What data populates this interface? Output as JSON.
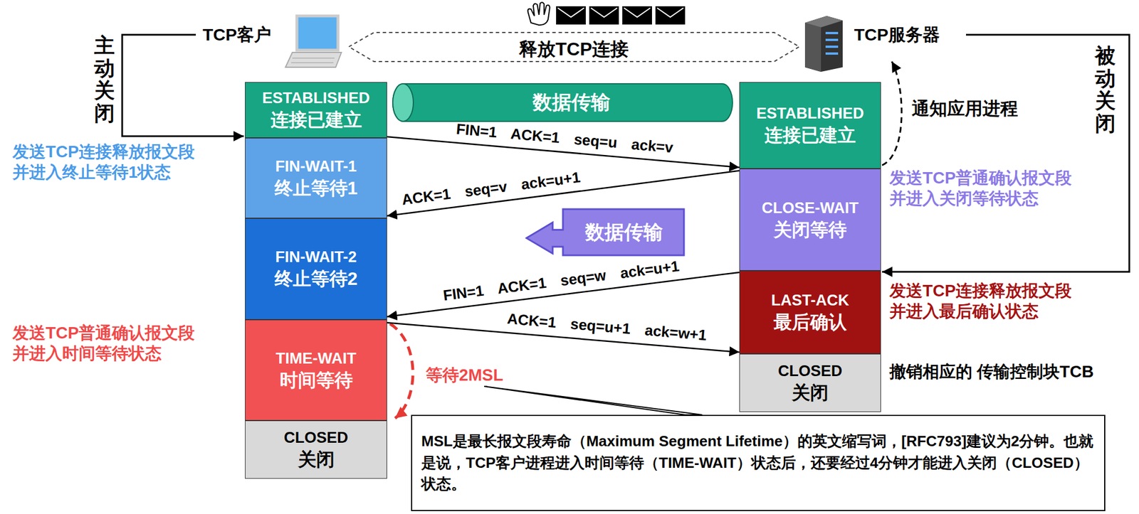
{
  "diagram": {
    "nodes": [
      {
        "text": [
          "ESTABLISHED",
          "连接已建立"
        ]
      },
      {
        "text": [
          "FIN-WAIT-1",
          "终止等待1"
        ]
      },
      {
        "text": [
          "FIN-WAIT-2",
          "终止等待2"
        ]
      },
      {
        "text": [
          "TIME-WAIT",
          "时间等待"
        ]
      },
      {
        "text": [
          "CLOSED",
          "关闭"
        ]
      },
      {
        "text": [
          "ESTABLISHED",
          "连接已建立"
        ]
      },
      {
        "text": [
          "CLOSE-WAIT",
          "关闭等待"
        ]
      },
      {
        "text": [
          "LAST-ACK",
          "最后确认"
        ]
      },
      {
        "text": [
          "CLOSED",
          "关闭"
        ]
      },
      {
        "text": [
          "数据传输"
        ]
      },
      {
        "text": [
          "数据传输"
        ]
      },
      {
        "text": [
          "MSL是最长报文段寿命（Maximum Segment Lifetime）的英文缩写词，[RFC793]建议为2分钟。也就是说，TCP客户进程进入时间等待（TIME-WAIT）状态后，还要经过4分钟才能进入关闭（CLOSED）状态。"
        ]
      }
    ],
    "edges": [
      {
        "from": 0,
        "to": 5,
        "arrow": "to",
        "label": "FIN=1 ACK=1 seq=u ack=v"
      },
      {
        "from": 6,
        "to": 1,
        "arrow": "to",
        "label": "ACK=1 seq=v ack=u+1"
      },
      {
        "from": 7,
        "to": 2,
        "arrow": "to",
        "label": "FIN=1 ACK=1 seq=w ack=u+1"
      },
      {
        "from": 3,
        "to": 7,
        "arrow": "to",
        "label": "ACK=1 seq=u+1 ack=w+1"
      }
    ],
    "labels": [
      "主动关闭",
      "TCP客户",
      "释放TCP连接",
      "TCP服务器",
      "被动关闭",
      "通知应用进程",
      "发送TCP连接释放报文段 并进入终止等待1状态",
      "发送TCP普通确认报文段 并进入关闭等待状态",
      "发送TCP连接释放报文段 并进入最后确认状态",
      "发送TCP普通确认报文段 并进入时间等待状态",
      "等待2MSL",
      "撤销相应的 传输控制块TCB"
    ]
  }
}
